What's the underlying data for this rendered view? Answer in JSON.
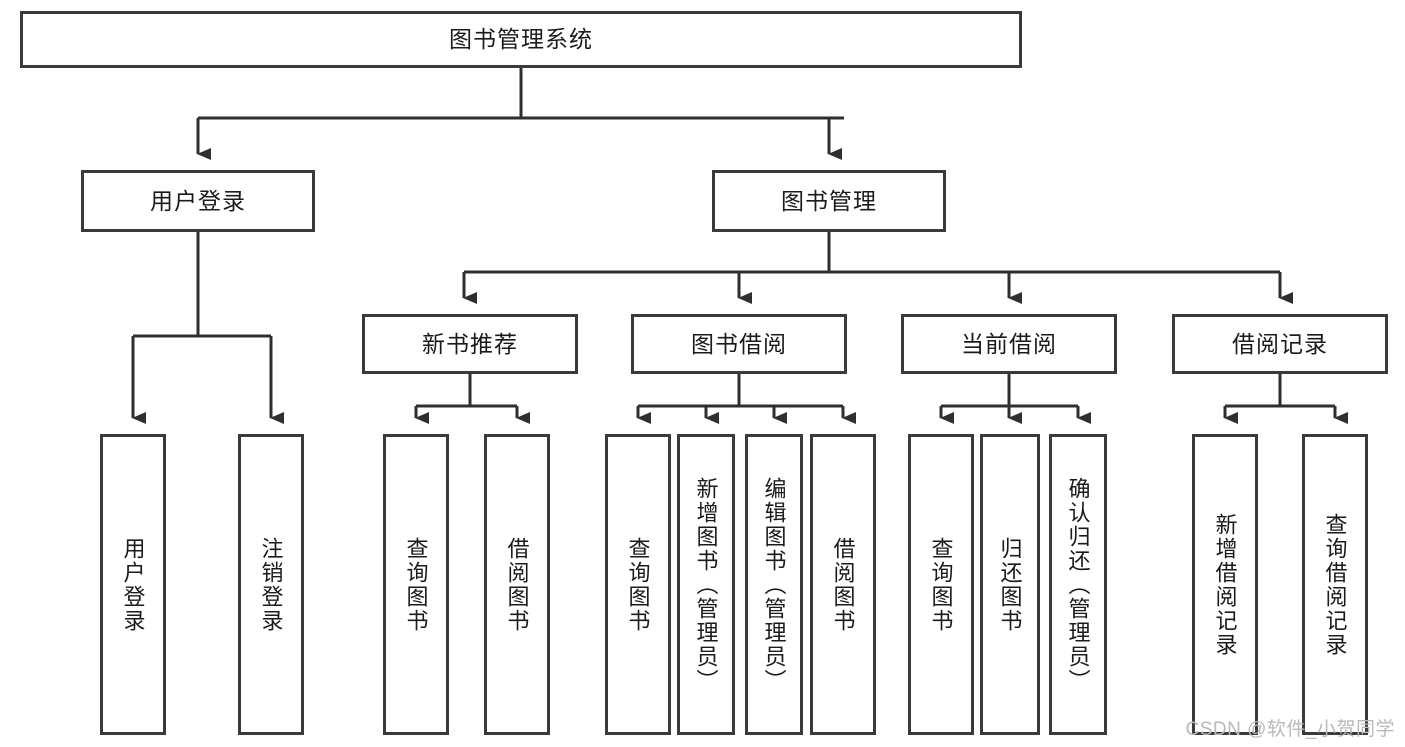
{
  "diagram": {
    "title": "图书管理系统",
    "type": "hierarchy-tree",
    "colors": {
      "box_border": "#3a3a3a",
      "box_fill": "#ffffff",
      "connector": "#2f2f2f",
      "text": "#1b1b1b",
      "watermark": "#b9b9b9"
    },
    "root": {
      "label": "图书管理系统"
    },
    "level1": [
      {
        "label": "用户登录"
      },
      {
        "label": "图书管理"
      }
    ],
    "level2": [
      {
        "label": "新书推荐"
      },
      {
        "label": "图书借阅"
      },
      {
        "label": "当前借阅"
      },
      {
        "label": "借阅记录"
      }
    ],
    "leaves": {
      "user_login": [
        {
          "label": "用户登录"
        },
        {
          "label": "注销登录"
        }
      ],
      "new_book_recommend": [
        {
          "label": "查询图书"
        },
        {
          "label": "借阅图书"
        }
      ],
      "book_borrow": [
        {
          "label": "查询图书"
        },
        {
          "label": "新增图书（管理员）"
        },
        {
          "label": "编辑图书（管理员）"
        },
        {
          "label": "借阅图书"
        }
      ],
      "current_borrow": [
        {
          "label": "查询图书"
        },
        {
          "label": "归还图书"
        },
        {
          "label": "确认归还（管理员）"
        }
      ],
      "borrow_record": [
        {
          "label": "新增借阅记录"
        },
        {
          "label": "查询借阅记录"
        }
      ]
    },
    "watermark": "CSDN @软件_小贺同学"
  }
}
